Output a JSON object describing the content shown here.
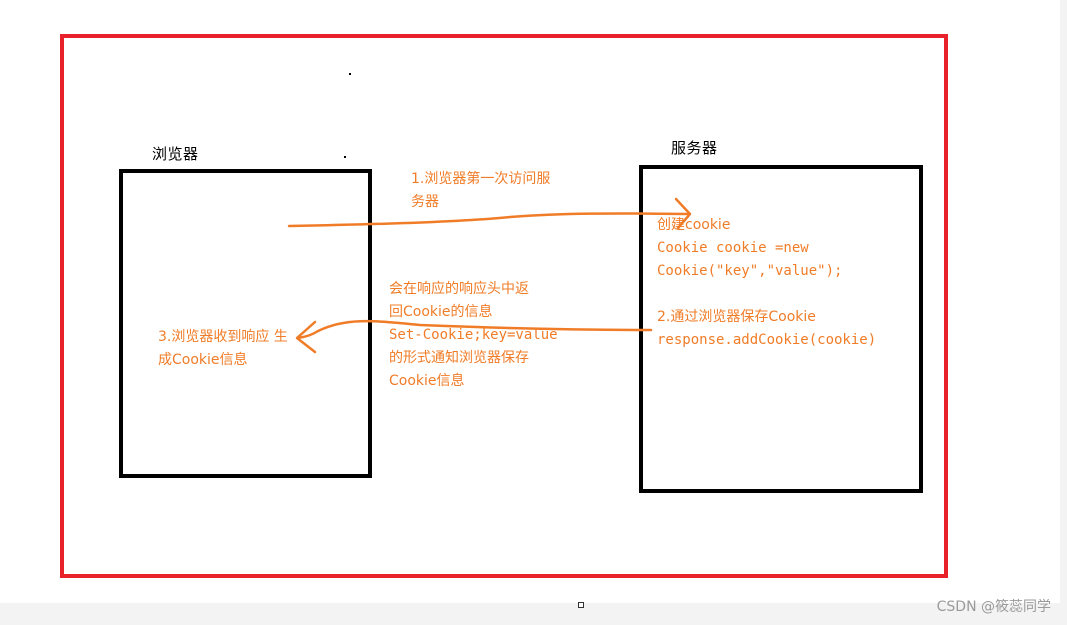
{
  "diagram": {
    "browser": {
      "title": "浏览器",
      "note_lines": [
        "3.浏览器收到响应 生",
        "成Cookie信息"
      ]
    },
    "server": {
      "title": "服务器",
      "note_lines": [
        "创建cookie",
        "Cookie cookie =new",
        "Cookie(\"key\",\"value\");",
        "",
        "2.通过浏览器保存Cookie",
        "response.addCookie(cookie)"
      ]
    },
    "request_note_lines": [
      "1.浏览器第一次访问服",
      "务器"
    ],
    "response_note_lines": [
      "会在响应的响应头中返",
      "回Cookie的信息",
      "Set-Cookie;key=value",
      "的形式通知浏览器保存",
      "Cookie信息"
    ],
    "colors": {
      "frame": "#e8212a",
      "box": "#000000",
      "annotation": "#f07c28"
    }
  },
  "watermark": "CSDN @筱蕊同学"
}
